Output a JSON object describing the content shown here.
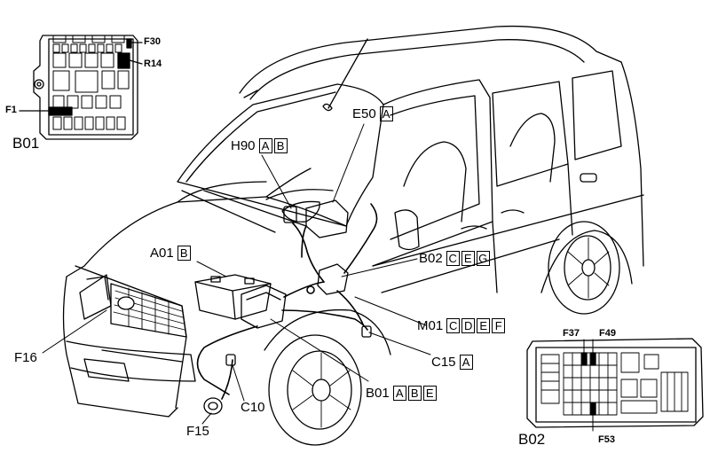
{
  "fuse_boxes": {
    "b01_box": {
      "title": "B01",
      "fuse_top": "F30",
      "relay": "R14",
      "fuse_left": "F1"
    },
    "b02_box": {
      "title": "B02",
      "fuse_a": "F37",
      "fuse_b": "F49",
      "fuse_c": "F53"
    }
  },
  "components": [
    {
      "code": "E50",
      "options": [
        "A"
      ]
    },
    {
      "code": "H90",
      "options": [
        "A",
        "B"
      ]
    },
    {
      "code": "A01",
      "options": [
        "B"
      ]
    },
    {
      "code": "B02",
      "options": [
        "C",
        "E",
        "G"
      ]
    },
    {
      "code": "M01",
      "options": [
        "C",
        "D",
        "E",
        "F"
      ]
    },
    {
      "code": "C15",
      "options": [
        "A"
      ]
    },
    {
      "code": "B01",
      "options": [
        "A",
        "B",
        "E"
      ]
    },
    {
      "code": "F16",
      "options": []
    },
    {
      "code": "C10",
      "options": []
    },
    {
      "code": "F15",
      "options": []
    }
  ]
}
